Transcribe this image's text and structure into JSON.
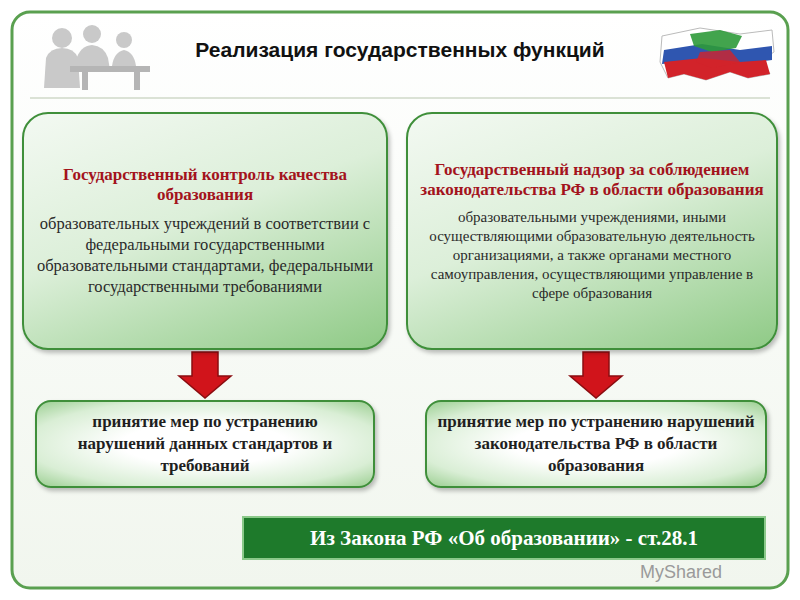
{
  "diagram": {
    "title": "Реализация государственных функций",
    "nodes": [
      {
        "text": [
          "Государственный контроль качества образования",
          "образовательных учреждений в соответствии с федеральными государственными образовательными стандартами, федеральными государственными требованиями"
        ]
      },
      {
        "text": [
          "Государственный надзор за соблюдением законодательства РФ в области образования",
          "образовательными учреждениями, иными осуществляющими образовательную деятельность организациями, а также органами местного самоуправления, осуществляющими управление в сфере образования"
        ]
      },
      {
        "text": [
          "принятие мер по устранению нарушений данных стандартов и требований"
        ]
      },
      {
        "text": [
          "принятие мер по устранению нарушений законодательства РФ в области образования"
        ]
      },
      {
        "text": [
          "Из Закона РФ «Об образовании» - ст.28.1"
        ]
      }
    ],
    "edges": [
      {
        "from": 0,
        "to": 2,
        "arrow": "to"
      },
      {
        "from": 1,
        "to": 3,
        "arrow": "to"
      }
    ],
    "labels": [
      "MyShared"
    ]
  }
}
